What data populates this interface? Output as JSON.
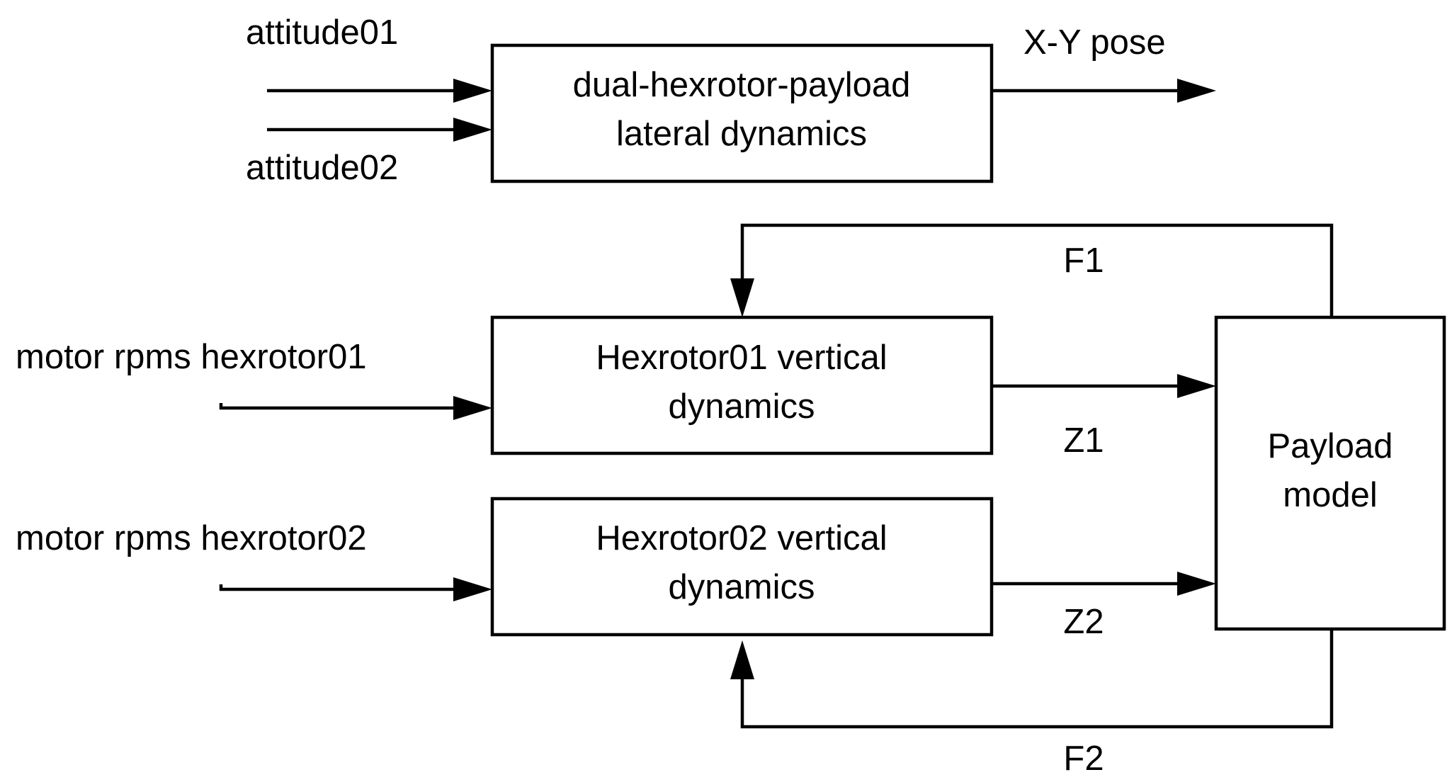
{
  "blocks": {
    "lateral": {
      "line1": "dual-hexrotor-payload",
      "line2": "lateral dynamics"
    },
    "hex01": {
      "line1": "Hexrotor01 vertical",
      "line2": "dynamics"
    },
    "hex02": {
      "line1": "Hexrotor02 vertical",
      "line2": "dynamics"
    },
    "payload": {
      "line1": "Payload",
      "line2": "model"
    }
  },
  "signals": {
    "attitude01": "attitude01",
    "attitude02": "attitude02",
    "xy_pose": "X-Y pose",
    "motor_rpms_01": "motor rpms hexrotor01",
    "motor_rpms_02": "motor rpms hexrotor02",
    "z1": "Z1",
    "z2": "Z2",
    "f1": "F1",
    "f2": "F2"
  }
}
